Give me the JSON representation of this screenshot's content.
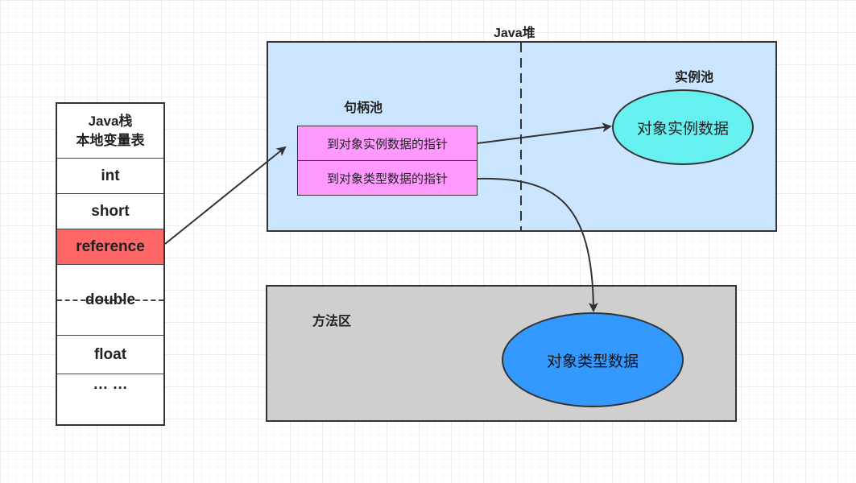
{
  "heap": {
    "title": "Java堆",
    "handle_pool_label": "句柄池",
    "instance_pool_label": "实例池",
    "pointers": [
      "到对象实例数据的指针",
      "到对象类型数据的指针"
    ],
    "instance_data_label": "对象实例数据",
    "fill_color": "#cce5ff",
    "pointer_color": "#ff99ff",
    "instance_color": "#66f0f0"
  },
  "stack": {
    "header_line1": "Java栈",
    "header_line2": "本地变量表",
    "items": [
      "int",
      "short",
      "reference",
      "double",
      "float",
      "… …"
    ],
    "reference_color": "#ff6666"
  },
  "method_area": {
    "label": "方法区",
    "type_data_label": "对象类型数据",
    "fill_color": "#cfcfcf",
    "type_data_color": "#3399ff"
  }
}
